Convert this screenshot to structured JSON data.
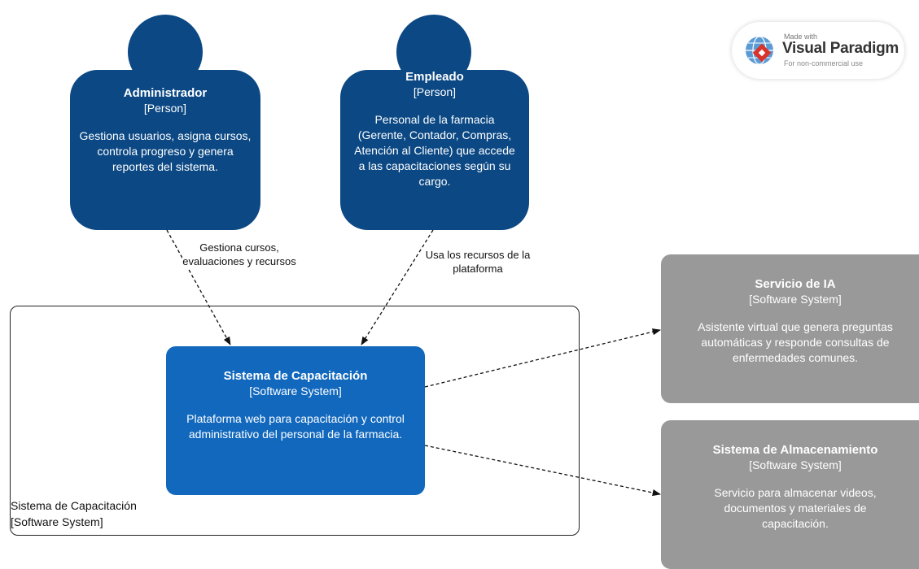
{
  "colors": {
    "person": "#0b4884",
    "system": "#1168bd",
    "external": "#999999",
    "edge": "#111111"
  },
  "persons": {
    "admin": {
      "name": "Administrador",
      "type": "[Person]",
      "description": "Gestiona usuarios, asigna cursos, controla progreso y genera reportes del sistema."
    },
    "employee": {
      "name": "Empleado",
      "type": "[Person]",
      "description": "Personal de la farmacia (Gerente, Contador, Compras, Atención al Cliente) que accede a las capacitaciones según su cargo."
    }
  },
  "systems": {
    "main": {
      "name": "Sistema de Capacitación",
      "type": "[Software System]",
      "description": "Plataforma web para capacitación y control administrativo del personal de la farmacia."
    },
    "ai": {
      "name": "Servicio de IA",
      "type": "[Software System]",
      "description": "Asistente virtual que genera preguntas automáticas y responde consultas de enfermedades comunes."
    },
    "storage": {
      "name": "Sistema de Almacenamiento",
      "type": "[Software System]",
      "description": "Servicio para almacenar videos, documentos y materiales de capacitación."
    }
  },
  "boundary": {
    "name": "Sistema de Capacitación",
    "type": "[Software System]"
  },
  "edges": {
    "admin_to_system": "Gestiona cursos, evaluaciones y recursos",
    "employee_to_system": "Usa los recursos de la plataforma"
  },
  "badge": {
    "line1": "Made with",
    "line2": "Visual Paradigm",
    "line3": "For non-commercial use"
  }
}
